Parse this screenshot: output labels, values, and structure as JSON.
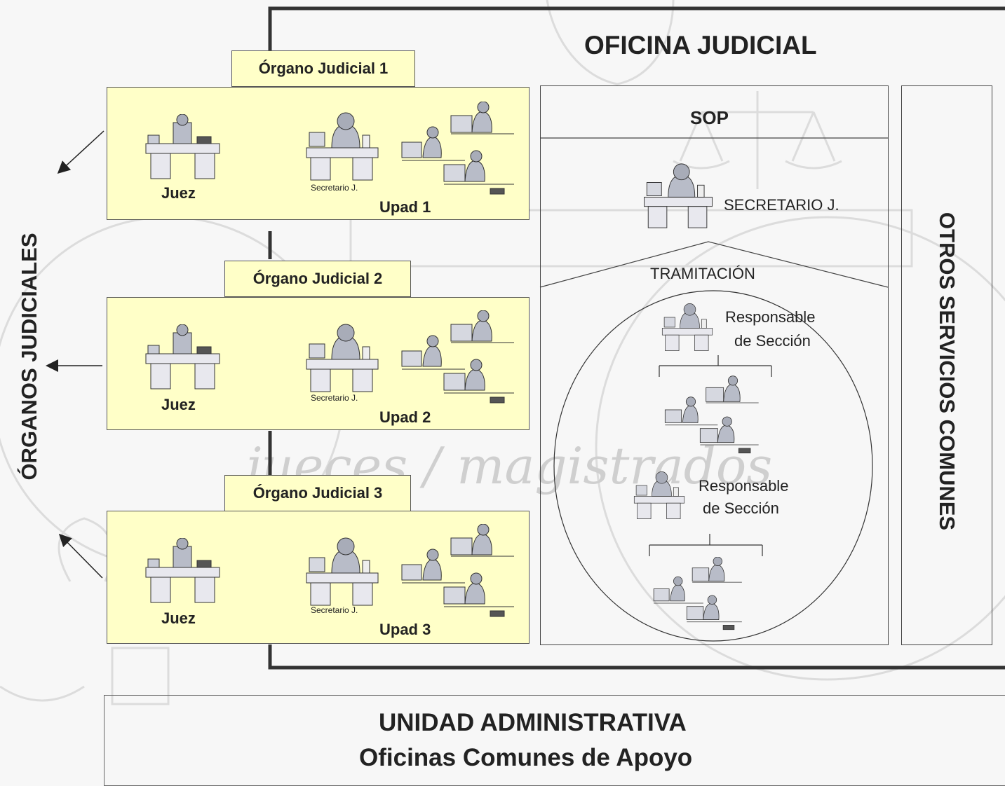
{
  "oficina_title": "OFICINA JUDICIAL",
  "organos_label": "ÓRGANOS JUDICIALES",
  "otros_label": "OTROS SERVICIOS COMUNES",
  "watermark": "jueces / magistrados",
  "organs": [
    {
      "name": "Órgano Judicial 1",
      "juez": "Juez",
      "secretario": "Secretario J.",
      "upad": "Upad 1"
    },
    {
      "name": "Órgano Judicial 2",
      "juez": "Juez",
      "secretario": "Secretario J.",
      "upad": "Upad 2"
    },
    {
      "name": "Órgano Judicial 3",
      "juez": "Juez",
      "secretario": "Secretario J.",
      "upad": "Upad 3"
    }
  ],
  "sop": {
    "title": "SOP",
    "secretario": "SECRETARIO J.",
    "tramitacion": "TRAMITACIÓN",
    "responsable1_line1": "Responsable",
    "responsable1_line2": "de Sección",
    "responsable2_line1": "Responsable",
    "responsable2_line2": "de  Sección"
  },
  "unidad": {
    "line1": "UNIDAD ADMINISTRATIVA",
    "line2": "Oficinas Comunes de Apoyo"
  }
}
